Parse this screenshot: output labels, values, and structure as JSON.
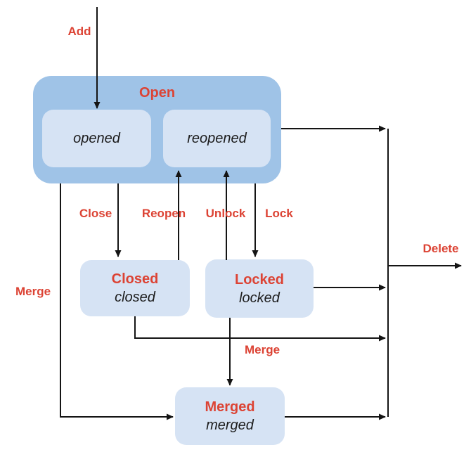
{
  "colors": {
    "background": "#ffffff",
    "container_fill": "#9fc3e7",
    "state_fill": "#d6e3f4",
    "accent_red": "#dc4334",
    "state_text": "#1c1c1c",
    "line": "#141414"
  },
  "nodes": {
    "open": {
      "title": "Open",
      "substates": {
        "opened": "opened",
        "reopened": "reopened"
      }
    },
    "closed": {
      "title": "Closed",
      "subtitle": "closed"
    },
    "locked": {
      "title": "Locked",
      "subtitle": "locked"
    },
    "merged": {
      "title": "Merged",
      "subtitle": "merged"
    }
  },
  "edge_labels": {
    "add": "Add",
    "close": "Close",
    "reopen": "Reopen",
    "unlock": "Unlock",
    "lock": "Lock",
    "merge_left": "Merge",
    "merge_bottom": "Merge",
    "delete": "Delete"
  }
}
